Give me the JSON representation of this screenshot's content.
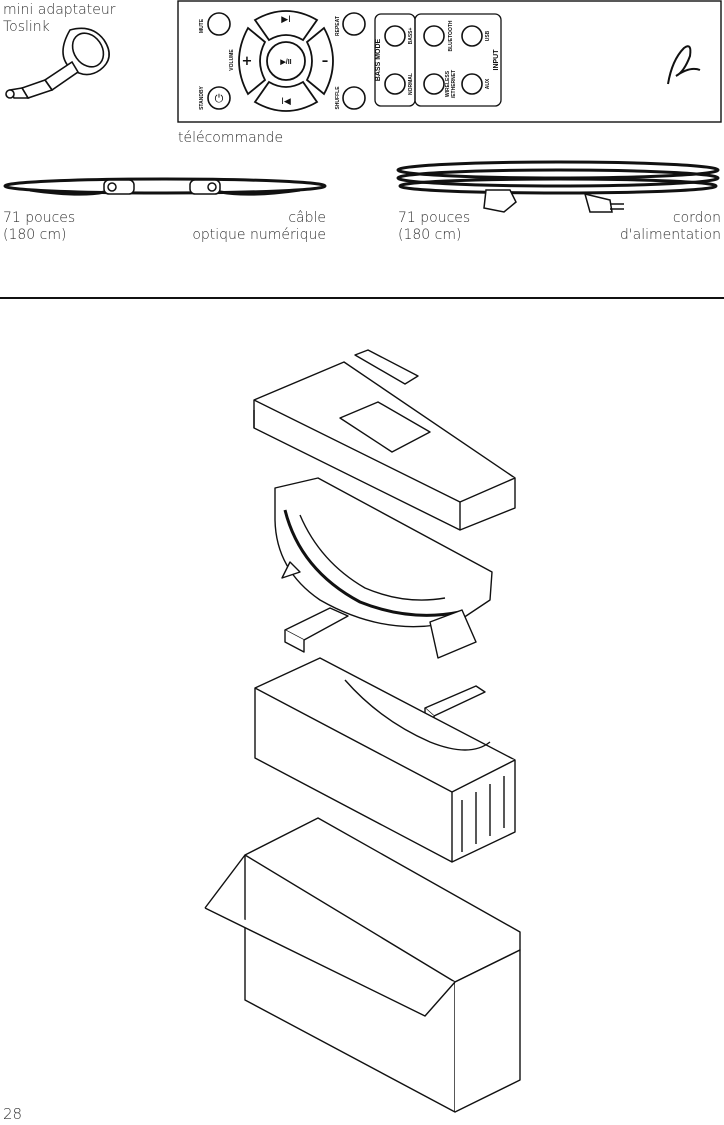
{
  "accessories": {
    "adapter": {
      "line1": "mini adaptateur",
      "line2": "Toslink"
    },
    "remote": {
      "caption": "télécommande",
      "buttons": {
        "mute": "MUTE",
        "standby": "STANDBY",
        "volume": "VOLUME",
        "plus": "+",
        "minus": "–",
        "play_pause": "▶/II",
        "repeat": "REPEAT",
        "shuffle": "SHUFFLE",
        "bass_mode": "BASS MODE",
        "bass_plus": "BASS+",
        "normal": "NORMAL",
        "input": "INPUT",
        "bluetooth": "BLUETOOTH",
        "usb": "USB",
        "wireless1": "WIRELESS",
        "wireless2": "/ETHERNET",
        "aux": "AUX"
      }
    },
    "optical_cable": {
      "length1": "71 pouces",
      "length2": "(180 cm)",
      "name1": "câble",
      "name2": "optique numérique"
    },
    "power_cord": {
      "length1": "71 pouces",
      "length2": "(180 cm)",
      "name1": "cordon",
      "name2": "d'alimentation"
    }
  },
  "page_number": "28"
}
